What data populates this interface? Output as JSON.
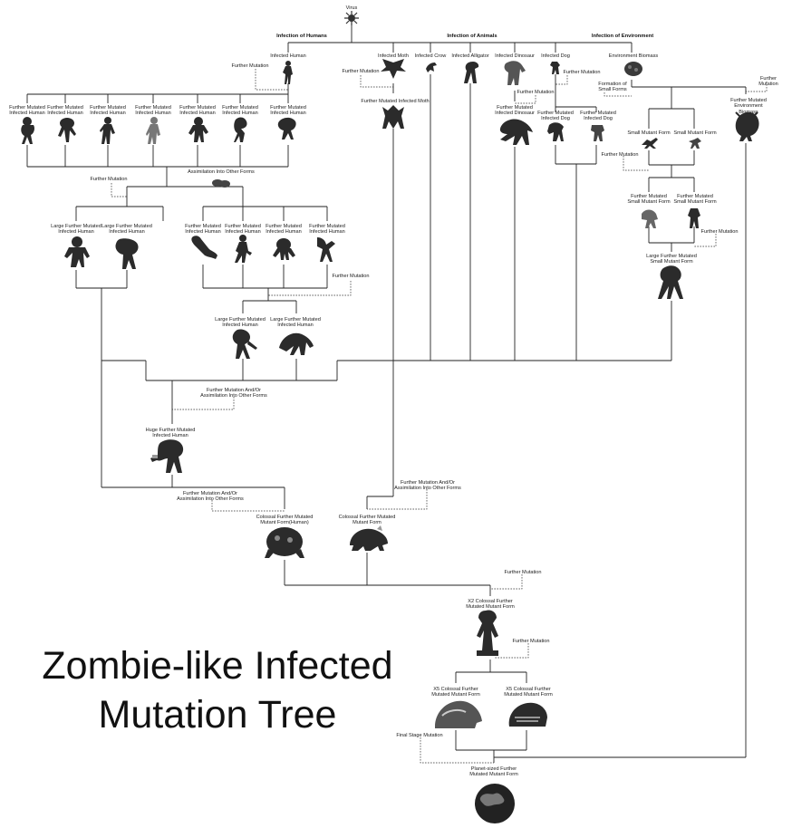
{
  "title_lines": [
    "Zombie-like Infected",
    "Mutation Tree"
  ],
  "headers": {
    "humans": "Infection of Humans",
    "animals": "Infection of Animals",
    "environment": "Infection of Environment"
  },
  "labels": {
    "virus": "Virus",
    "infected_human": "Infected Human",
    "fm_human": "Further Mutation",
    "fmih_1": "Further Mutated\nInfected Human",
    "fmih_2": "Further Mutated\nInfected Human",
    "fmih_3": "Further Mutated\nInfected Human",
    "fmih_4": "Further Mutated\nInfected Human",
    "fmih_5": "Further Mutated\nInfected Human",
    "fmih_6": "Further Mutated\nInfected Human",
    "fmih_7": "Further Mutated\nInfected Human",
    "infected_moth": "Infected Moth",
    "fm_moth": "Further Mutation",
    "fm_infected_moth": "Further Mutated Infected Moth",
    "infected_crow": "Infected Crow",
    "infected_alligator": "Infected Alligator",
    "infected_dinosaur": "Infected Dinosaur",
    "fm_dino": "Further Mutation",
    "fm_infected_dino": "Further Mutated\nInfected Dinosaur",
    "infected_dog": "Infected Dog",
    "fm_dog": "Further Mutation",
    "fm_dog_1": "Further Mutated\nInfected Dog",
    "fm_dog_2": "Further Mutated\nInfected Dog",
    "env_biomass": "Environment Biomass",
    "fm_env": "Further Mutation",
    "fm_env_biomass": "Further Mutated\nEnvironment Biomass",
    "formation_small": "Formation of\nSmall Forms",
    "small_mutant_1": "Small Mutant Form",
    "small_mutant_2": "Small Mutant Form",
    "fm_small": "Further Mutation",
    "fm_small_1": "Further Mutated\nSmall Mutant Form",
    "fm_small_2": "Further Mutated\nSmall Mutant Form",
    "fm_small_b": "Further Mutation",
    "large_small": "Large Further Mutated\nSmall Mutant Form",
    "fm_row2": "Further Mutation",
    "assimilation": "Assimilation Into Other Forms",
    "large_fmih_1": "Large Further Mutated\nInfected Human",
    "large_fmih_2": "Large Further Mutated\nInfected Human",
    "fmih_r2_1": "Further Mutated\nInfected Human",
    "fmih_r2_2": "Further Mutated\nInfected Human",
    "fmih_r2_3": "Further Mutated\nInfected Human",
    "fmih_r2_4": "Further Mutated\nInfected Human",
    "fm_row3": "Further Mutation",
    "large_fmih_3": "Large Further Mutated\nInfected Human",
    "large_fmih_4": "Large Further Mutated\nInfected Human",
    "fm_assim_1": "Further Mutation And/Or\nAssimilation Into Other Forms",
    "huge_fmih": "Huge Further Mutated\nInfected Human",
    "fm_assim_2": "Further Mutation And/Or\nAssimilation Into Other Forms",
    "fm_assim_3": "Further Mutation And/Or\nAssimilation Into Other Forms",
    "colossal_human": "Colossal Further Mutated\nMutant Form(Human)",
    "colossal": "Colossal Further Mutated\nMutant Form",
    "fm_colossal": "Further Mutation",
    "x2": "X2 Colossal Further\nMutated Mutant Form",
    "fm_x2": "Further Mutation",
    "x5_1": "X5 Colossal Further\nMutated Mutant Form",
    "x5_2": "X5 Colossal Further\nMutated Mutant Form",
    "final_stage": "Final Stage Mutation",
    "planet": "Planet-sized Further\nMutated Mutant Form"
  }
}
